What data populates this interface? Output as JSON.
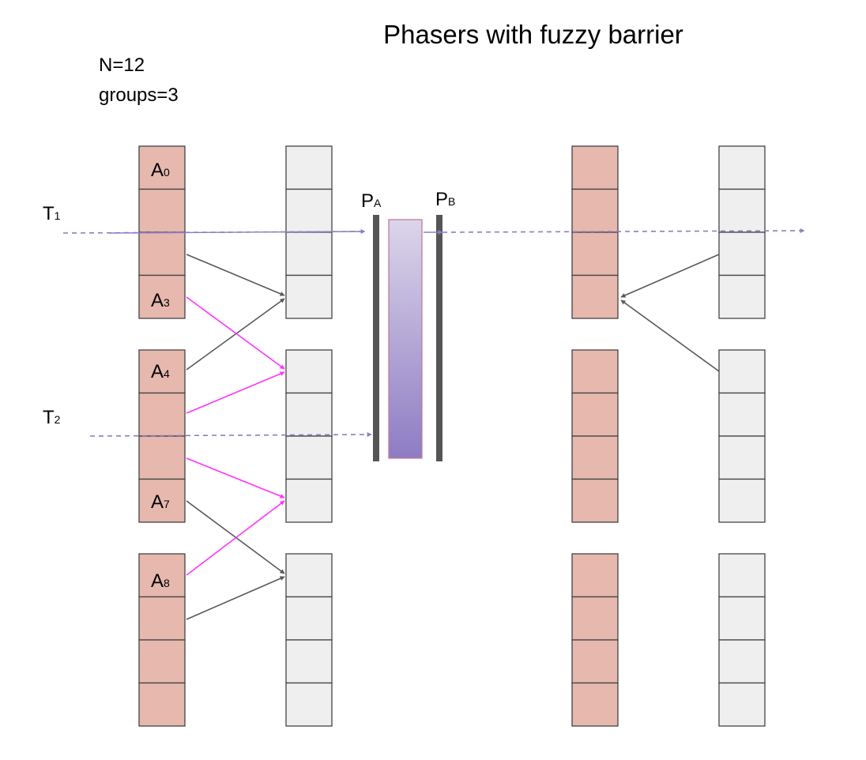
{
  "title": "Phasers with fuzzy barrier",
  "params": {
    "n": "N=12",
    "groups": "groups=3"
  },
  "threads": [
    {
      "main": "T",
      "sub": "1"
    },
    {
      "main": "T",
      "sub": "2"
    }
  ],
  "phasers": [
    {
      "main": "P",
      "sub": "A"
    },
    {
      "main": "P",
      "sub": "B"
    }
  ],
  "cell_labels": [
    {
      "main": "A",
      "sub": "0"
    },
    {
      "main": "A",
      "sub": "3"
    },
    {
      "main": "A",
      "sub": "4"
    },
    {
      "main": "A",
      "sub": "7"
    },
    {
      "main": "A",
      "sub": "8"
    }
  ],
  "colors": {
    "array_a": "#e6b8ae",
    "array_b": "#efefef",
    "dependency_arrow": "#595959",
    "cross_group_arrow": "#ff33ff",
    "thread_line": "#8e7cc3",
    "barrier": "#555555",
    "fuzzy_region_top": "#dcd5ea",
    "fuzzy_region_bottom": "#8e7cc3"
  }
}
